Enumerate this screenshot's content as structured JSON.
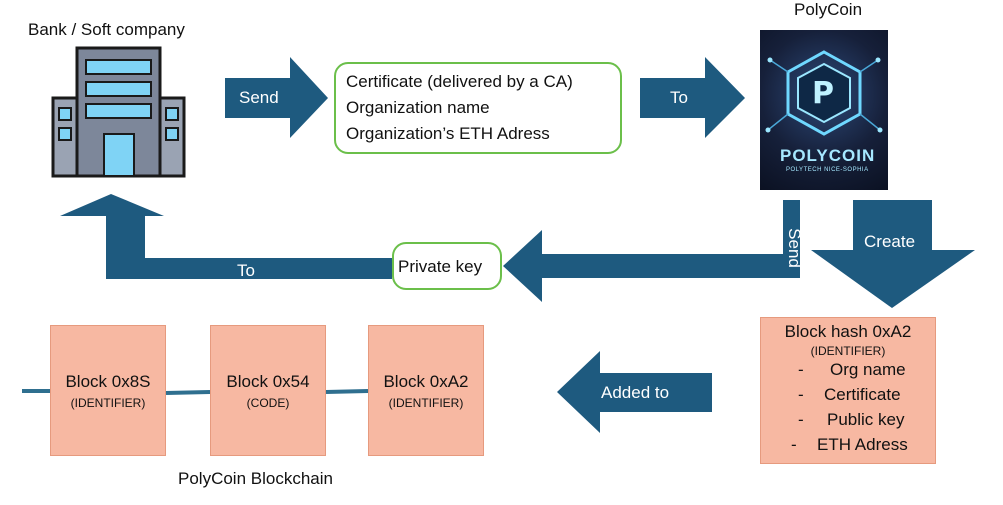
{
  "bank": {
    "title": "Bank / Soft company",
    "icon": "office-building-icon"
  },
  "polycoin": {
    "title": "PolyCoin",
    "logo_text": "POLYCOIN",
    "logo_subtext": "POLYTECH NICE-SOPHIA",
    "logo_letter": "P"
  },
  "arrows": {
    "send_top": "Send",
    "to_top": "To",
    "send_vertical": "Send",
    "create": "Create",
    "to_bottom": "To",
    "added_to": "Added to"
  },
  "certificate_box": {
    "lines": [
      "Certificate (delivered by a CA)",
      "Organization name",
      "Organization’s ETH Adress"
    ]
  },
  "private_key": "Private key",
  "new_block": {
    "title": "Block hash 0xA2",
    "tag": "(IDENTIFIER)",
    "items": [
      "Org name",
      "Certificate",
      "Public key",
      "ETH Adress"
    ]
  },
  "chain": {
    "label": "PolyCoin Blockchain",
    "blocks": [
      {
        "name": "Block 0x8S",
        "tag": "(IDENTIFIER)"
      },
      {
        "name": "Block 0x54",
        "tag": "(CODE)"
      },
      {
        "name": "Block 0xA2",
        "tag": "(IDENTIFIER)"
      }
    ]
  },
  "colors": {
    "arrow": "#1e5a7f",
    "green_border": "#6bbf4a",
    "block_fill": "#f7b8a2",
    "chain_line": "#2f6f8f"
  }
}
